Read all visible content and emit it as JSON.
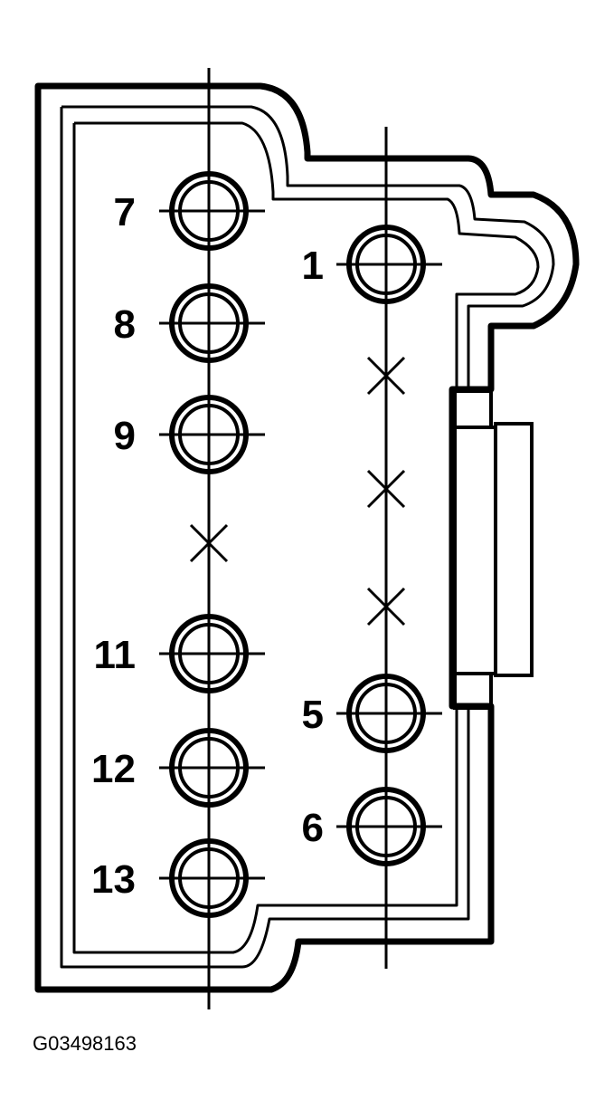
{
  "figure_id": "G03498163",
  "connector": {
    "left_column": [
      {
        "pin": "7",
        "state": "populated"
      },
      {
        "pin": "8",
        "state": "populated"
      },
      {
        "pin": "9",
        "state": "populated"
      },
      {
        "pin": "",
        "state": "empty"
      },
      {
        "pin": "11",
        "state": "populated"
      },
      {
        "pin": "12",
        "state": "populated"
      },
      {
        "pin": "13",
        "state": "populated"
      }
    ],
    "right_column": [
      {
        "pin": "1",
        "state": "populated"
      },
      {
        "pin": "",
        "state": "empty"
      },
      {
        "pin": "",
        "state": "empty"
      },
      {
        "pin": "",
        "state": "empty"
      },
      {
        "pin": "5",
        "state": "populated"
      },
      {
        "pin": "6",
        "state": "populated"
      }
    ]
  }
}
